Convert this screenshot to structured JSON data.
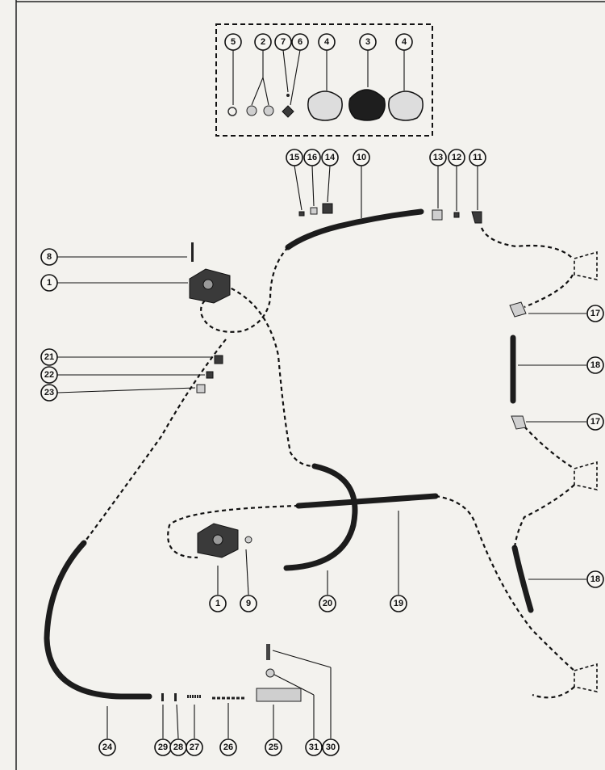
{
  "callouts": {
    "c1a": "1",
    "c1b": "1",
    "c2": "2",
    "c3": "3",
    "c4a": "4",
    "c4b": "4",
    "c5": "5",
    "c6": "6",
    "c7": "7",
    "c8": "8",
    "c9": "9",
    "c10": "10",
    "c11": "11",
    "c12": "12",
    "c13": "13",
    "c14": "14",
    "c15": "15",
    "c16": "16",
    "c17a": "17",
    "c17b": "17",
    "c18a": "18",
    "c18b": "18",
    "c19": "19",
    "c20": "20",
    "c21": "21",
    "c22": "22",
    "c23": "23",
    "c24": "24",
    "c25": "25",
    "c26": "26",
    "c27": "27",
    "c28": "28",
    "c29": "29",
    "c30": "30",
    "c31": "31"
  }
}
